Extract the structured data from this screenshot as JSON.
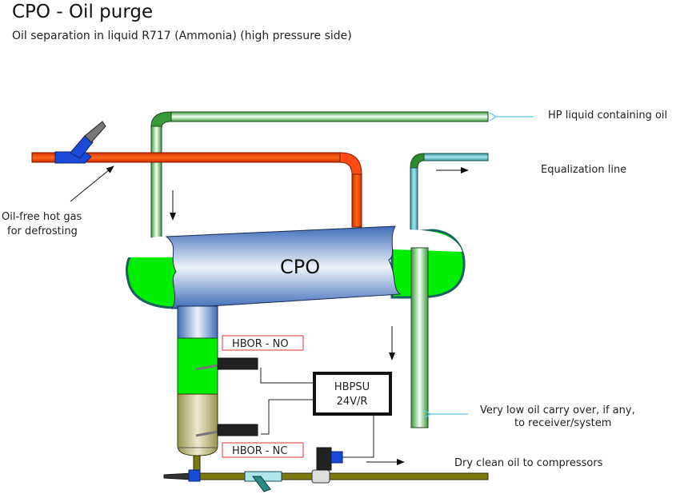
{
  "header": {
    "title": "CPO - Oil purge",
    "subtitle": "Oil separation in liquid R717 (Ammonia) (high pressure side)"
  },
  "diagram": {
    "vessel_label": "CPO",
    "labels": {
      "hp_liquid": "HP liquid containing oil",
      "equalization": "Equalization line",
      "hot_gas_line1": "Oil-free hot gas",
      "hot_gas_line2": "for defrosting",
      "carry_over_line1": "Very low oil carry over, if any,",
      "carry_over_line2": "to receiver/system",
      "dry_oil": "Dry clean oil to compressors"
    },
    "sensors": {
      "upper": "HBOR - NO",
      "lower": "HBOR - NC"
    },
    "controller": {
      "line1": "HBPSU",
      "line2": "24V/R"
    },
    "colors": {
      "hot_gas_pipe": "#ff4a14",
      "liquid_pipe": "#8fd08f",
      "equalization_pipe": "#6cc0d0",
      "oil_pipe": "#7a7a10",
      "vessel_blue": "#4a73b8",
      "liquid_green": "#00ee00",
      "oil_olive": "#b8b070",
      "label_border": "#e03030",
      "info_arrow": "#5bc8ee"
    }
  }
}
